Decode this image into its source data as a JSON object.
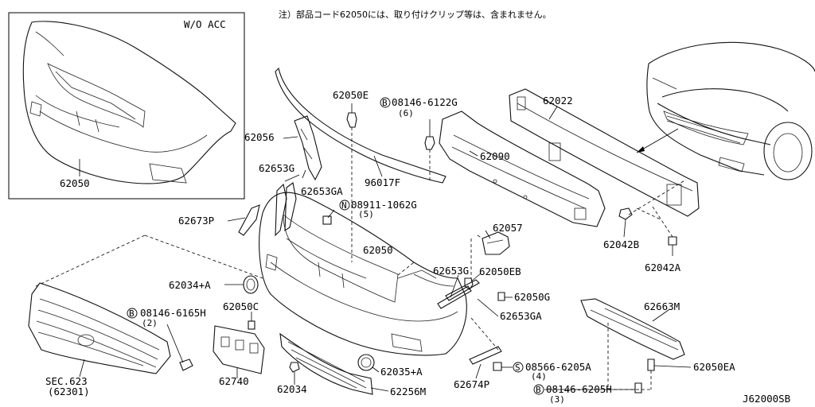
{
  "note": "注）部品コード62050には、取り付けクリップ等は、含まれません。",
  "inset_title": "W/O ACC",
  "sheet_code": "J62000SB",
  "labels": {
    "p62050_inset": "62050",
    "p62050e": "62050E",
    "p08146_6122g": "08146-6122G",
    "p08146_6122g_qty": "(6)",
    "p62022": "62022",
    "p62056": "62056",
    "p62090": "62090",
    "p62653g_top": "62653G",
    "p62653ga_top": "62653GA",
    "p96017f": "96017F",
    "p08911_1062g": "08911-1062G",
    "p08911_1062g_qty": "(5)",
    "p62673p": "62673P",
    "p62057": "62057",
    "p62042b": "62042B",
    "p62050_main": "62050",
    "p62042a": "62042A",
    "p62034a": "62034+A",
    "p62653g_mid": "62653G",
    "p62050eb": "62050EB",
    "p62050g": "62050G",
    "p62663m": "62663M",
    "p08146_6165h": "08146-6165H",
    "p08146_6165h_qty": "(2)",
    "p62050c": "62050C",
    "p62653ga_mid": "62653GA",
    "p62035a": "62035+A",
    "p08566_6205a": "08566-6205A",
    "p08566_6205a_qty": "(4)",
    "p62050ea": "62050EA",
    "p62740": "62740",
    "sec623": "SEC.623",
    "sec623_sub": "(62301)",
    "p62034": "62034",
    "p62256m": "62256M",
    "p62674p": "62674P",
    "p08146_6205h": "08146-6205H",
    "p08146_6205h_qty": "(3)",
    "mark_b": "B",
    "mark_n": "N",
    "mark_s": "S"
  }
}
